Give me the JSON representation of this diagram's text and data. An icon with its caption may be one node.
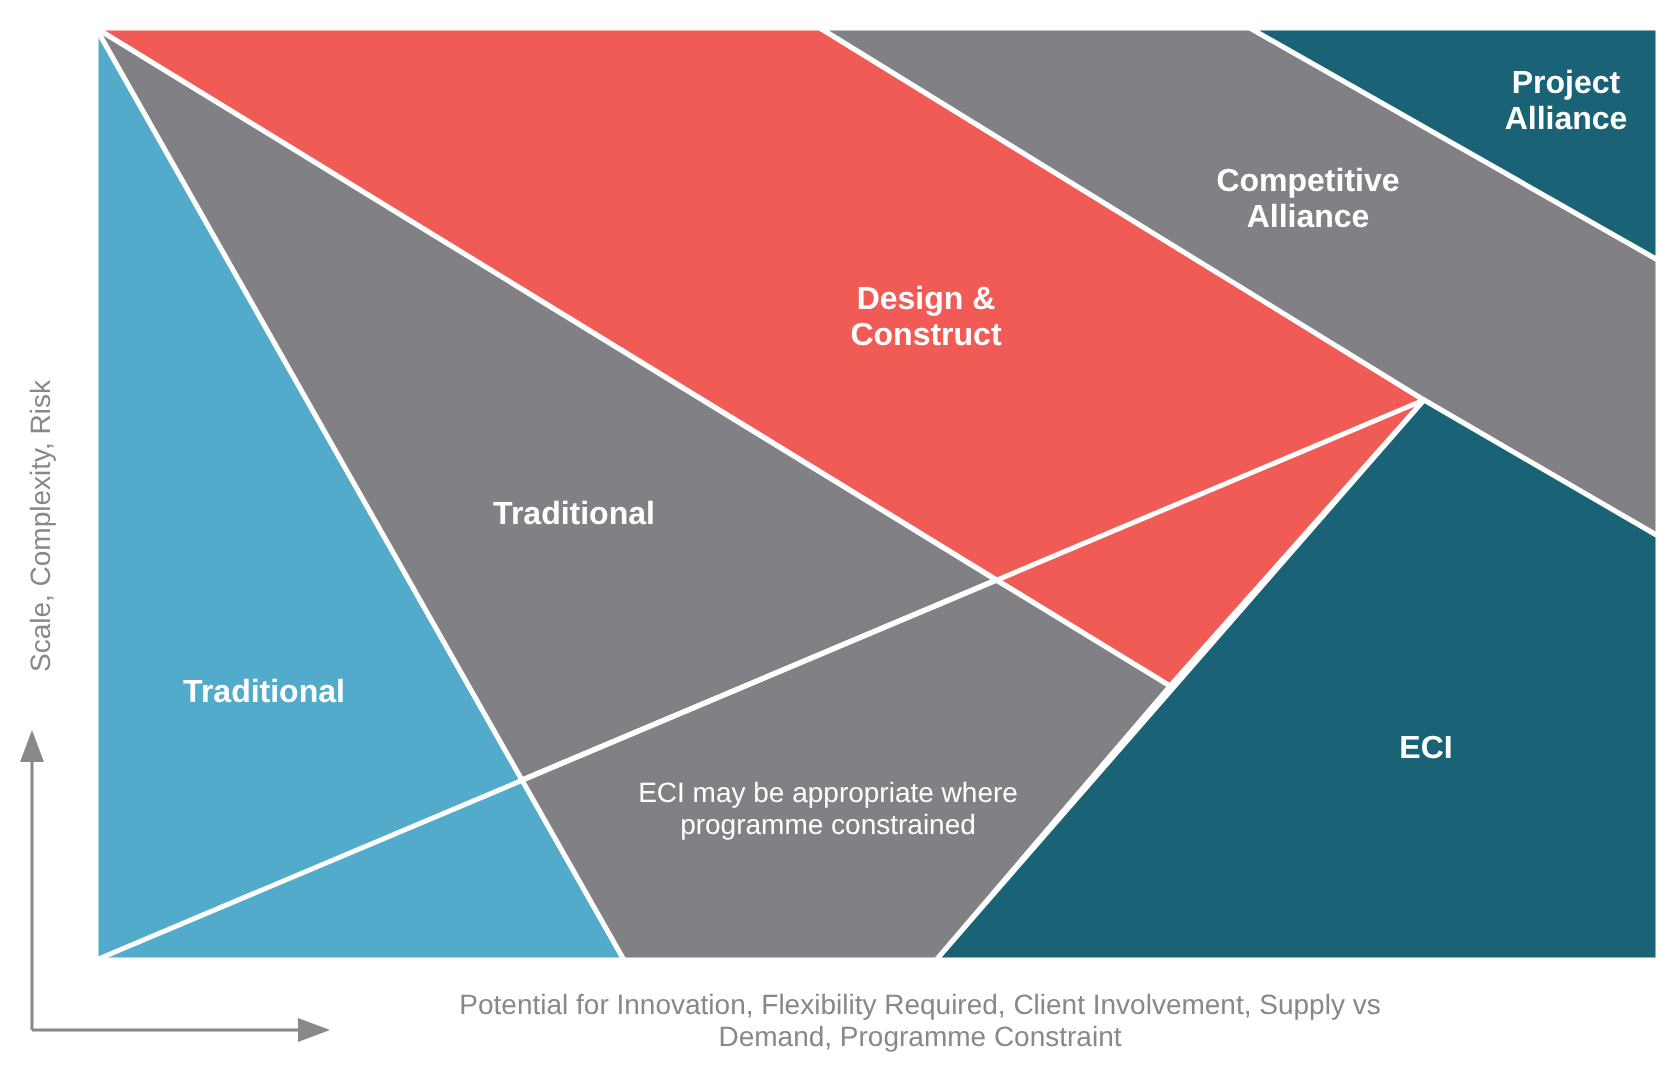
{
  "diagram": {
    "nodes": [
      {
        "text": [
          "Traditional"
        ]
      },
      {
        "text": [
          "Traditional"
        ]
      },
      {
        "text": [
          "Design & Construct"
        ]
      },
      {
        "text": [
          "Competitive Alliance"
        ]
      },
      {
        "text": [
          "Project Alliance"
        ]
      },
      {
        "text": [
          "ECI"
        ]
      },
      {
        "text": [
          "ECI may be appropriate where programme constrained"
        ]
      }
    ],
    "edges": [],
    "labels": [
      "Scale, Complexity, Risk",
      "Potential for Innovation, Flexibility Required, Client Involvement, Supply vs Demand, Programme Constraint"
    ]
  }
}
